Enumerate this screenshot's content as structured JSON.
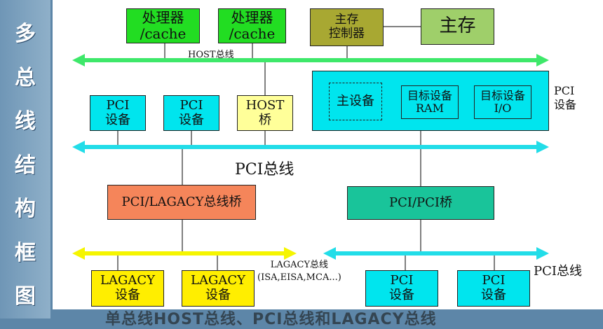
{
  "side_title": [
    "多",
    "总",
    "线",
    "结",
    "构",
    "框",
    "图"
  ],
  "processor1": {
    "line1": "处理器",
    "line2": "/cache"
  },
  "processor2": {
    "line1": "处理器",
    "line2": "/cache"
  },
  "mem_ctrl": {
    "line1": "主存",
    "line2": "控制器"
  },
  "main_mem": "主存",
  "host_bus_label": "HOST总线",
  "pci_dev1": {
    "line1": "PCI",
    "line2": "设备"
  },
  "pci_dev2": {
    "line1": "PCI",
    "line2": "设备"
  },
  "host_bridge": {
    "line1": "HOST",
    "line2": "桥"
  },
  "master_dev": "主设备",
  "target_ram": {
    "line1": "目标设备",
    "line2": "RAM"
  },
  "target_io": {
    "line1": "目标设备",
    "line2": "I/O"
  },
  "pci_dev_group_label": {
    "line1": "PCI",
    "line2": "设备"
  },
  "pci_bus_label": "PCI总线",
  "lagacy_bridge": "PCI/LAGACY总线桥",
  "pci_pci_bridge": "PCI/PCI桥",
  "lagacy_bus_label": {
    "line1": "LAGACY总线",
    "line2": "(ISA,EISA,MCA...)"
  },
  "pci_bus2_label": "PCI总线",
  "lagacy_dev1": {
    "line1": "LAGACY",
    "line2": "设备"
  },
  "lagacy_dev2": {
    "line1": "LAGACY",
    "line2": "设备"
  },
  "pci_dev3": {
    "line1": "PCI",
    "line2": "设备"
  },
  "pci_dev4": {
    "line1": "PCI",
    "line2": "设备"
  },
  "bottom_caption": "单总线HOST总线、PCI总线和LAGACY总线",
  "colors": {
    "processor": "#22dd22",
    "mem_ctrl": "#a8a832",
    "main_mem": "#9fcf6a",
    "cyan": "#00e5ee",
    "host_bridge": "#ffff99",
    "lagacy_bridge": "#f5855a",
    "pci_pci_bridge": "#19c49a",
    "lagacy_dev": "#ffee00",
    "host_bus": "#3ee86a",
    "pci_bus": "#22dde8",
    "lagacy_bus": "#f5f500"
  }
}
